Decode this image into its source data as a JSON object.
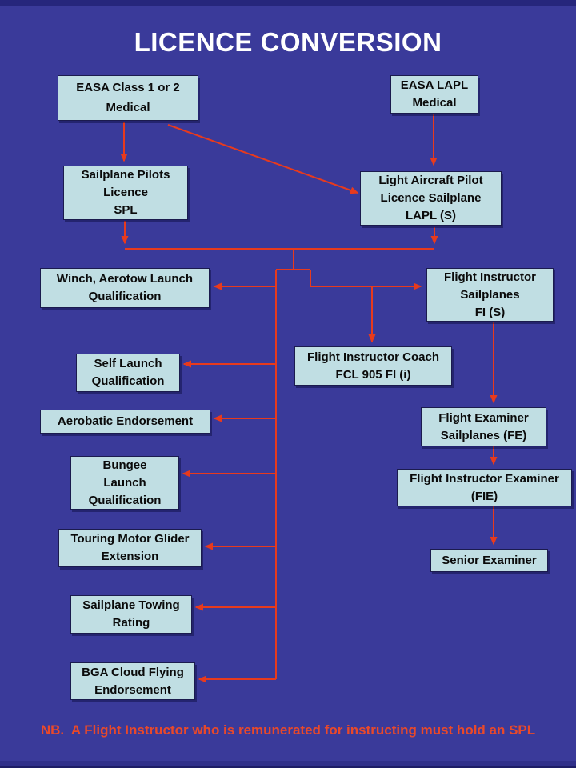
{
  "slide": {
    "title": "LICENCE CONVERSION",
    "note": "NB.  A Flight Instructor who is remunerated for instructing must hold an SPL"
  },
  "colors": {
    "background": "#3a3a9a",
    "box_fill": "#c0dee3",
    "box_border": "#1b1b4e",
    "box_text": "#0a0a0a",
    "arrow": "#e83a1d",
    "title_text": "#ffffff",
    "note_text": "#e9492a"
  },
  "nodes": {
    "easa_class_medical": {
      "lines": [
        "EASA Class 1 or 2",
        "Medical"
      ]
    },
    "easa_lapl_medical": {
      "lines": [
        "EASA LAPL",
        "Medical"
      ]
    },
    "spl": {
      "lines": [
        "Sailplane Pilots",
        "Licence",
        "SPL"
      ]
    },
    "lapl_s": {
      "lines": [
        "Light Aircraft Pilot",
        "Licence Sailplane",
        "LAPL (S)"
      ]
    },
    "winch_aerotow": {
      "lines": [
        "Winch, Aerotow Launch",
        "Qualification"
      ]
    },
    "fi_s": {
      "lines": [
        "Flight Instructor",
        "Sailplanes",
        "FI (S)"
      ]
    },
    "fi_coach": {
      "lines": [
        "Flight Instructor Coach",
        "FCL 905 FI (i)"
      ]
    },
    "self_launch": {
      "lines": [
        "Self Launch",
        "Qualification"
      ]
    },
    "aerobatic": {
      "lines": [
        "Aerobatic Endorsement"
      ]
    },
    "flight_examiner": {
      "lines": [
        "Flight Examiner",
        "Sailplanes (FE)"
      ]
    },
    "bungee": {
      "lines": [
        "Bungee",
        "Launch",
        "Qualification"
      ]
    },
    "fie": {
      "lines": [
        "Flight Instructor Examiner",
        "(FIE)"
      ]
    },
    "tmg": {
      "lines": [
        "Touring Motor Glider",
        "Extension"
      ]
    },
    "towing": {
      "lines": [
        "Sailplane Towing",
        "Rating"
      ]
    },
    "senior_examiner": {
      "lines": [
        "Senior Examiner"
      ]
    },
    "bga_cloud": {
      "lines": [
        "BGA Cloud Flying",
        "Endorsement"
      ]
    }
  }
}
